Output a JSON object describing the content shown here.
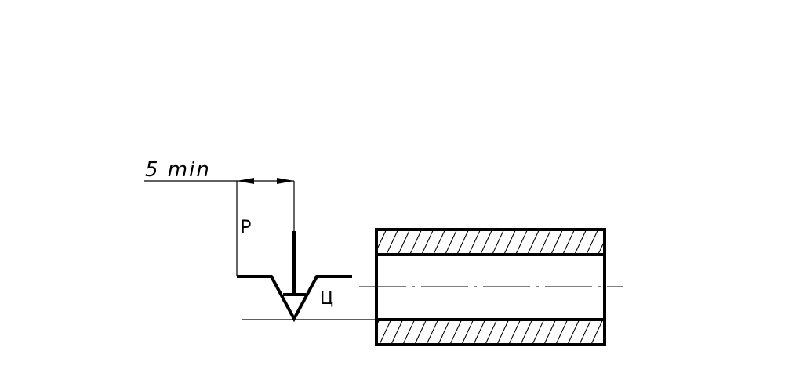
{
  "drawing": {
    "dimension_label": "5 min",
    "symbol_letter_top": "Р",
    "symbol_letter_side": "Ц"
  }
}
